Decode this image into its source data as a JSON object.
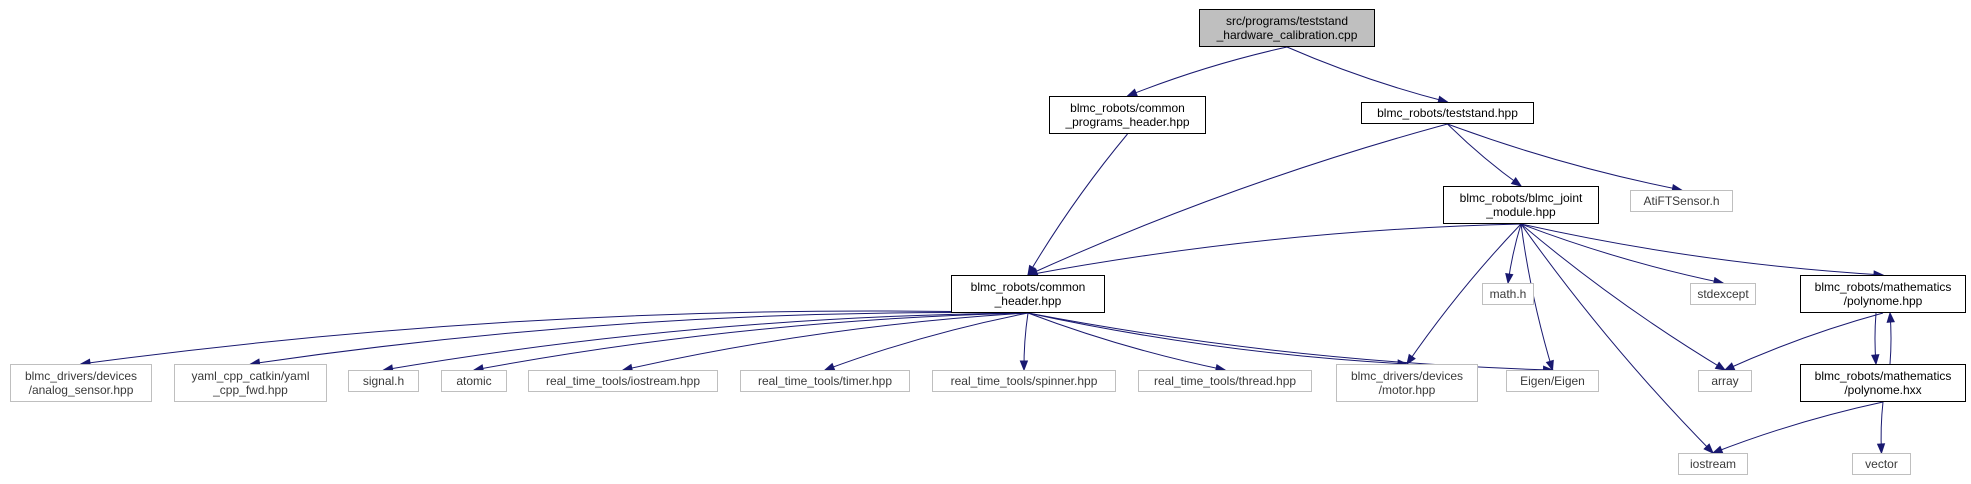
{
  "diagram": {
    "type": "include-dependency-graph",
    "colors": {
      "edge": "#191970",
      "root_fill": "#bfbfbf",
      "node_border": "#000000",
      "external_border": "#bfbfbf",
      "text": "#000000"
    },
    "nodes": [
      {
        "id": "root",
        "label": "src/programs/teststand\n_hardware_calibration.cpp",
        "kind": "root"
      },
      {
        "id": "cph",
        "label": "blmc_robots/common\n_programs_header.hpp",
        "kind": "local"
      },
      {
        "id": "tsh",
        "label": "blmc_robots/teststand.hpp",
        "kind": "local"
      },
      {
        "id": "ati",
        "label": "AtiFTSensor.h",
        "kind": "external"
      },
      {
        "id": "bjm",
        "label": "blmc_robots/blmc_joint\n_module.hpp",
        "kind": "local"
      },
      {
        "id": "ch",
        "label": "blmc_robots/common\n_header.hpp",
        "kind": "local"
      },
      {
        "id": "math",
        "label": "math.h",
        "kind": "external"
      },
      {
        "id": "stdexc",
        "label": "stdexcept",
        "kind": "external"
      },
      {
        "id": "polyhpp",
        "label": "blmc_robots/mathematics\n/polynome.hpp",
        "kind": "local"
      },
      {
        "id": "analog",
        "label": "blmc_drivers/devices\n/analog_sensor.hpp",
        "kind": "external"
      },
      {
        "id": "yaml",
        "label": "yaml_cpp_catkin/yaml\n_cpp_fwd.hpp",
        "kind": "external"
      },
      {
        "id": "signal",
        "label": "signal.h",
        "kind": "external"
      },
      {
        "id": "atomic",
        "label": "atomic",
        "kind": "external"
      },
      {
        "id": "rtio",
        "label": "real_time_tools/iostream.hpp",
        "kind": "external"
      },
      {
        "id": "rttimer",
        "label": "real_time_tools/timer.hpp",
        "kind": "external"
      },
      {
        "id": "rtspin",
        "label": "real_time_tools/spinner.hpp",
        "kind": "external"
      },
      {
        "id": "rtthread",
        "label": "real_time_tools/thread.hpp",
        "kind": "external"
      },
      {
        "id": "motor",
        "label": "blmc_drivers/devices\n/motor.hpp",
        "kind": "external"
      },
      {
        "id": "eigen",
        "label": "Eigen/Eigen",
        "kind": "external"
      },
      {
        "id": "array",
        "label": "array",
        "kind": "external"
      },
      {
        "id": "polyhxx",
        "label": "blmc_robots/mathematics\n/polynome.hxx",
        "kind": "local"
      },
      {
        "id": "iostream",
        "label": "iostream",
        "kind": "external"
      },
      {
        "id": "vector",
        "label": "vector",
        "kind": "external"
      }
    ],
    "edges": [
      {
        "from": "root",
        "to": "cph"
      },
      {
        "from": "root",
        "to": "tsh"
      },
      {
        "from": "cph",
        "to": "ch"
      },
      {
        "from": "tsh",
        "to": "ch"
      },
      {
        "from": "tsh",
        "to": "bjm"
      },
      {
        "from": "tsh",
        "to": "ati"
      },
      {
        "from": "bjm",
        "to": "ch"
      },
      {
        "from": "bjm",
        "to": "motor"
      },
      {
        "from": "bjm",
        "to": "math"
      },
      {
        "from": "bjm",
        "to": "eigen"
      },
      {
        "from": "bjm",
        "to": "iostream"
      },
      {
        "from": "bjm",
        "to": "array"
      },
      {
        "from": "bjm",
        "to": "stdexc"
      },
      {
        "from": "bjm",
        "to": "polyhpp"
      },
      {
        "from": "ch",
        "to": "analog"
      },
      {
        "from": "ch",
        "to": "yaml"
      },
      {
        "from": "ch",
        "to": "signal"
      },
      {
        "from": "ch",
        "to": "atomic"
      },
      {
        "from": "ch",
        "to": "rtio"
      },
      {
        "from": "ch",
        "to": "rttimer"
      },
      {
        "from": "ch",
        "to": "rtspin"
      },
      {
        "from": "ch",
        "to": "rtthread"
      },
      {
        "from": "ch",
        "to": "motor"
      },
      {
        "from": "ch",
        "to": "eigen"
      },
      {
        "from": "polyhpp",
        "to": "array"
      },
      {
        "from": "polyhpp",
        "to": "polyhxx"
      },
      {
        "from": "polyhxx",
        "to": "polyhpp"
      },
      {
        "from": "polyhxx",
        "to": "iostream"
      },
      {
        "from": "polyhxx",
        "to": "vector"
      }
    ]
  }
}
